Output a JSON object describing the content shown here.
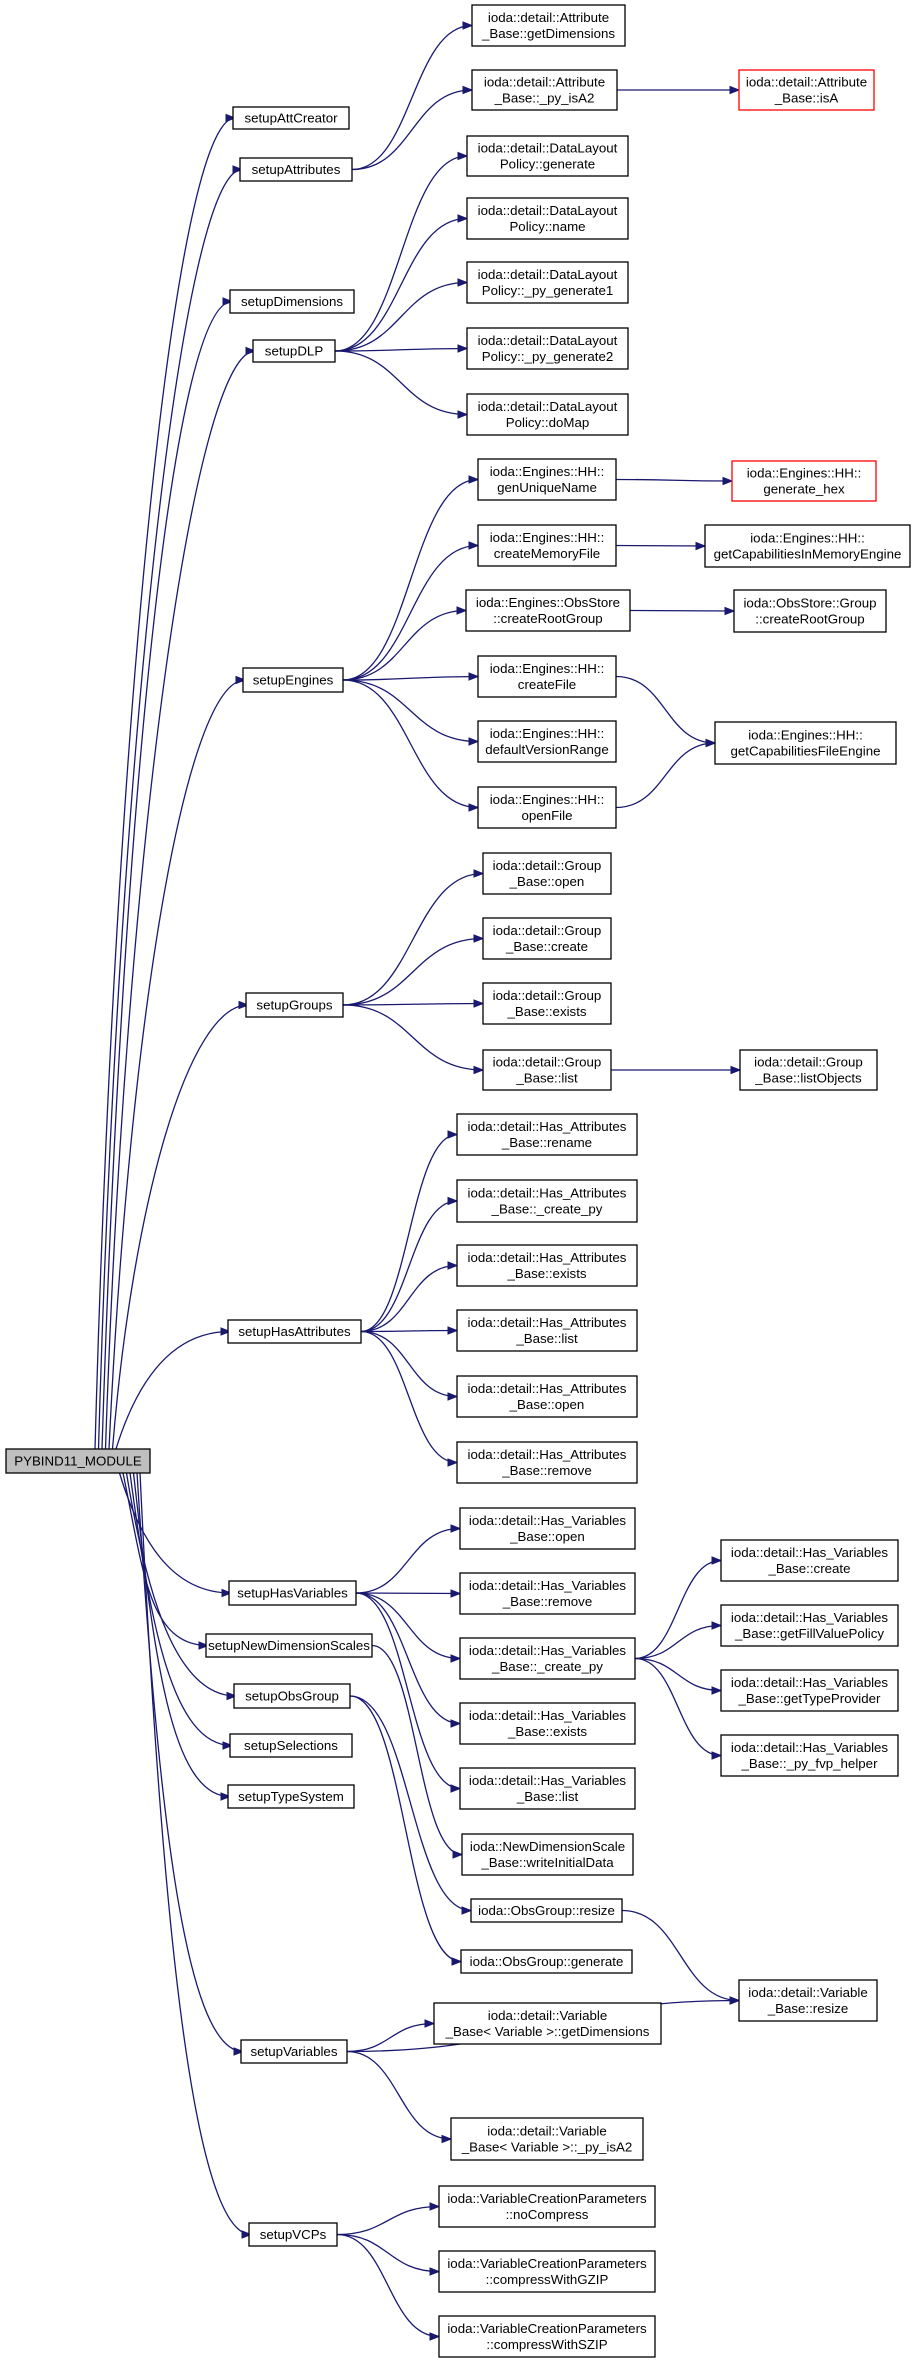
{
  "colors": {
    "edge": "#191970",
    "root_fill": "#bfbfbf",
    "node_fill": "#ffffff",
    "node_border": "#000000",
    "unresolved_border": "#ff0000"
  },
  "nodes": [
    {
      "id": "root",
      "lines": [
        "PYBIND11_MODULE"
      ],
      "style": "root"
    },
    {
      "id": "setupAttCreator",
      "lines": [
        "setupAttCreator"
      ]
    },
    {
      "id": "setupAttributes",
      "lines": [
        "setupAttributes"
      ]
    },
    {
      "id": "setupDimensions",
      "lines": [
        "setupDimensions"
      ]
    },
    {
      "id": "setupDLP",
      "lines": [
        "setupDLP"
      ]
    },
    {
      "id": "setupEngines",
      "lines": [
        "setupEngines"
      ]
    },
    {
      "id": "setupGroups",
      "lines": [
        "setupGroups"
      ]
    },
    {
      "id": "setupHasAttributes",
      "lines": [
        "setupHasAttributes"
      ]
    },
    {
      "id": "setupHasVariables",
      "lines": [
        "setupHasVariables"
      ]
    },
    {
      "id": "setupNewDimensionScales",
      "lines": [
        "setupNewDimensionScales"
      ]
    },
    {
      "id": "setupObsGroup",
      "lines": [
        "setupObsGroup"
      ]
    },
    {
      "id": "setupSelections",
      "lines": [
        "setupSelections"
      ]
    },
    {
      "id": "setupTypeSystem",
      "lines": [
        "setupTypeSystem"
      ]
    },
    {
      "id": "setupVariables",
      "lines": [
        "setupVariables"
      ]
    },
    {
      "id": "setupVCPs",
      "lines": [
        "setupVCPs"
      ]
    },
    {
      "id": "attr_getDimensions",
      "lines": [
        "ioda::detail::Attribute",
        "_Base::getDimensions"
      ]
    },
    {
      "id": "attr_py_isA2",
      "lines": [
        "ioda::detail::Attribute",
        "_Base::_py_isA2"
      ]
    },
    {
      "id": "attr_isA",
      "lines": [
        "ioda::detail::Attribute",
        "_Base::isA"
      ],
      "style": "red"
    },
    {
      "id": "dlp_generate",
      "lines": [
        "ioda::detail::DataLayout",
        "Policy::generate"
      ]
    },
    {
      "id": "dlp_name",
      "lines": [
        "ioda::detail::DataLayout",
        "Policy::name"
      ]
    },
    {
      "id": "dlp_py_generate1",
      "lines": [
        "ioda::detail::DataLayout",
        "Policy::_py_generate1"
      ]
    },
    {
      "id": "dlp_py_generate2",
      "lines": [
        "ioda::detail::DataLayout",
        "Policy::_py_generate2"
      ]
    },
    {
      "id": "dlp_doMap",
      "lines": [
        "ioda::detail::DataLayout",
        "Policy::doMap"
      ]
    },
    {
      "id": "hh_genUniqueName",
      "lines": [
        "ioda::Engines::HH::",
        "genUniqueName"
      ]
    },
    {
      "id": "hh_generate_hex",
      "lines": [
        "ioda::Engines::HH::",
        "generate_hex"
      ],
      "style": "red"
    },
    {
      "id": "hh_createMemoryFile",
      "lines": [
        "ioda::Engines::HH::",
        "createMemoryFile"
      ]
    },
    {
      "id": "hh_getCapInMemory",
      "lines": [
        "ioda::Engines::HH::",
        "getCapabilitiesInMemoryEngine"
      ]
    },
    {
      "id": "obsstore_createRootGroup",
      "lines": [
        "ioda::Engines::ObsStore",
        "::createRootGroup"
      ]
    },
    {
      "id": "obsstore_group_createRootGroup",
      "lines": [
        "ioda::ObsStore::Group",
        "::createRootGroup"
      ]
    },
    {
      "id": "hh_createFile",
      "lines": [
        "ioda::Engines::HH::",
        "createFile"
      ]
    },
    {
      "id": "hh_defaultVersionRange",
      "lines": [
        "ioda::Engines::HH::",
        "defaultVersionRange"
      ]
    },
    {
      "id": "hh_getCapFile",
      "lines": [
        "ioda::Engines::HH::",
        "getCapabilitiesFileEngine"
      ]
    },
    {
      "id": "hh_openFile",
      "lines": [
        "ioda::Engines::HH::",
        "openFile"
      ]
    },
    {
      "id": "group_open",
      "lines": [
        "ioda::detail::Group",
        "_Base::open"
      ]
    },
    {
      "id": "group_create",
      "lines": [
        "ioda::detail::Group",
        "_Base::create"
      ]
    },
    {
      "id": "group_exists",
      "lines": [
        "ioda::detail::Group",
        "_Base::exists"
      ]
    },
    {
      "id": "group_list",
      "lines": [
        "ioda::detail::Group",
        "_Base::list"
      ]
    },
    {
      "id": "group_listObjects",
      "lines": [
        "ioda::detail::Group",
        "_Base::listObjects"
      ]
    },
    {
      "id": "ha_rename",
      "lines": [
        "ioda::detail::Has_Attributes",
        "_Base::rename"
      ]
    },
    {
      "id": "ha_create_py",
      "lines": [
        "ioda::detail::Has_Attributes",
        "_Base::_create_py"
      ]
    },
    {
      "id": "ha_exists",
      "lines": [
        "ioda::detail::Has_Attributes",
        "_Base::exists"
      ]
    },
    {
      "id": "ha_list",
      "lines": [
        "ioda::detail::Has_Attributes",
        "_Base::list"
      ]
    },
    {
      "id": "ha_open",
      "lines": [
        "ioda::detail::Has_Attributes",
        "_Base::open"
      ]
    },
    {
      "id": "ha_remove",
      "lines": [
        "ioda::detail::Has_Attributes",
        "_Base::remove"
      ]
    },
    {
      "id": "hv_open",
      "lines": [
        "ioda::detail::Has_Variables",
        "_Base::open"
      ]
    },
    {
      "id": "hv_remove",
      "lines": [
        "ioda::detail::Has_Variables",
        "_Base::remove"
      ]
    },
    {
      "id": "hv_create_py",
      "lines": [
        "ioda::detail::Has_Variables",
        "_Base::_create_py"
      ]
    },
    {
      "id": "hv_exists",
      "lines": [
        "ioda::detail::Has_Variables",
        "_Base::exists"
      ]
    },
    {
      "id": "hv_list",
      "lines": [
        "ioda::detail::Has_Variables",
        "_Base::list"
      ]
    },
    {
      "id": "hv_create",
      "lines": [
        "ioda::detail::Has_Variables",
        "_Base::create"
      ]
    },
    {
      "id": "hv_getFillValuePolicy",
      "lines": [
        "ioda::detail::Has_Variables",
        "_Base::getFillValuePolicy"
      ]
    },
    {
      "id": "hv_getTypeProvider",
      "lines": [
        "ioda::detail::Has_Variables",
        "_Base::getTypeProvider"
      ]
    },
    {
      "id": "hv_py_fvp_helper",
      "lines": [
        "ioda::detail::Has_Variables",
        "_Base::_py_fvp_helper"
      ]
    },
    {
      "id": "nds_writeInitialData",
      "lines": [
        "ioda::NewDimensionScale",
        "_Base::writeInitialData"
      ]
    },
    {
      "id": "obsgroup_resize",
      "lines": [
        "ioda::ObsGroup::resize"
      ]
    },
    {
      "id": "obsgroup_generate",
      "lines": [
        "ioda::ObsGroup::generate"
      ]
    },
    {
      "id": "var_resize",
      "lines": [
        "ioda::detail::Variable",
        "_Base::resize"
      ]
    },
    {
      "id": "var_getDimensions",
      "lines": [
        "ioda::detail::Variable",
        "_Base< Variable >::getDimensions"
      ]
    },
    {
      "id": "var_py_isA2",
      "lines": [
        "ioda::detail::Variable",
        "_Base< Variable >::_py_isA2"
      ]
    },
    {
      "id": "vcp_noCompress",
      "lines": [
        "ioda::VariableCreationParameters",
        "::noCompress"
      ]
    },
    {
      "id": "vcp_compressWithGZIP",
      "lines": [
        "ioda::VariableCreationParameters",
        "::compressWithGZIP"
      ]
    },
    {
      "id": "vcp_compressWithSZIP",
      "lines": [
        "ioda::VariableCreationParameters",
        "::compressWithSZIP"
      ]
    }
  ],
  "edges": [
    [
      "root",
      "setupAttCreator"
    ],
    [
      "root",
      "setupAttributes"
    ],
    [
      "root",
      "setupDimensions"
    ],
    [
      "root",
      "setupDLP"
    ],
    [
      "root",
      "setupEngines"
    ],
    [
      "root",
      "setupGroups"
    ],
    [
      "root",
      "setupHasAttributes"
    ],
    [
      "root",
      "setupHasVariables"
    ],
    [
      "root",
      "setupNewDimensionScales"
    ],
    [
      "root",
      "setupObsGroup"
    ],
    [
      "root",
      "setupSelections"
    ],
    [
      "root",
      "setupTypeSystem"
    ],
    [
      "root",
      "setupVariables"
    ],
    [
      "root",
      "setupVCPs"
    ],
    [
      "setupAttributes",
      "attr_getDimensions"
    ],
    [
      "setupAttributes",
      "attr_py_isA2"
    ],
    [
      "attr_py_isA2",
      "attr_isA"
    ],
    [
      "setupDLP",
      "dlp_generate"
    ],
    [
      "setupDLP",
      "dlp_name"
    ],
    [
      "setupDLP",
      "dlp_py_generate1"
    ],
    [
      "setupDLP",
      "dlp_py_generate2"
    ],
    [
      "setupDLP",
      "dlp_doMap"
    ],
    [
      "setupEngines",
      "hh_genUniqueName"
    ],
    [
      "setupEngines",
      "hh_createMemoryFile"
    ],
    [
      "setupEngines",
      "obsstore_createRootGroup"
    ],
    [
      "setupEngines",
      "hh_createFile"
    ],
    [
      "setupEngines",
      "hh_defaultVersionRange"
    ],
    [
      "setupEngines",
      "hh_openFile"
    ],
    [
      "hh_genUniqueName",
      "hh_generate_hex"
    ],
    [
      "hh_createMemoryFile",
      "hh_getCapInMemory"
    ],
    [
      "obsstore_createRootGroup",
      "obsstore_group_createRootGroup"
    ],
    [
      "hh_createFile",
      "hh_getCapFile"
    ],
    [
      "hh_openFile",
      "hh_getCapFile"
    ],
    [
      "setupGroups",
      "group_open"
    ],
    [
      "setupGroups",
      "group_create"
    ],
    [
      "setupGroups",
      "group_exists"
    ],
    [
      "setupGroups",
      "group_list"
    ],
    [
      "group_list",
      "group_listObjects"
    ],
    [
      "setupHasAttributes",
      "ha_rename"
    ],
    [
      "setupHasAttributes",
      "ha_create_py"
    ],
    [
      "setupHasAttributes",
      "ha_exists"
    ],
    [
      "setupHasAttributes",
      "ha_list"
    ],
    [
      "setupHasAttributes",
      "ha_open"
    ],
    [
      "setupHasAttributes",
      "ha_remove"
    ],
    [
      "setupHasVariables",
      "hv_open"
    ],
    [
      "setupHasVariables",
      "hv_remove"
    ],
    [
      "setupHasVariables",
      "hv_create_py"
    ],
    [
      "setupHasVariables",
      "hv_exists"
    ],
    [
      "setupHasVariables",
      "hv_list"
    ],
    [
      "hv_create_py",
      "hv_create"
    ],
    [
      "hv_create_py",
      "hv_getFillValuePolicy"
    ],
    [
      "hv_create_py",
      "hv_getTypeProvider"
    ],
    [
      "hv_create_py",
      "hv_py_fvp_helper"
    ],
    [
      "setupNewDimensionScales",
      "nds_writeInitialData"
    ],
    [
      "setupObsGroup",
      "obsgroup_resize"
    ],
    [
      "setupObsGroup",
      "obsgroup_generate"
    ],
    [
      "obsgroup_resize",
      "var_resize"
    ],
    [
      "setupVariables",
      "var_getDimensions"
    ],
    [
      "setupVariables",
      "var_resize"
    ],
    [
      "setupVariables",
      "var_py_isA2"
    ],
    [
      "setupVCPs",
      "vcp_noCompress"
    ],
    [
      "setupVCPs",
      "vcp_compressWithGZIP"
    ],
    [
      "setupVCPs",
      "vcp_compressWithSZIP"
    ]
  ]
}
